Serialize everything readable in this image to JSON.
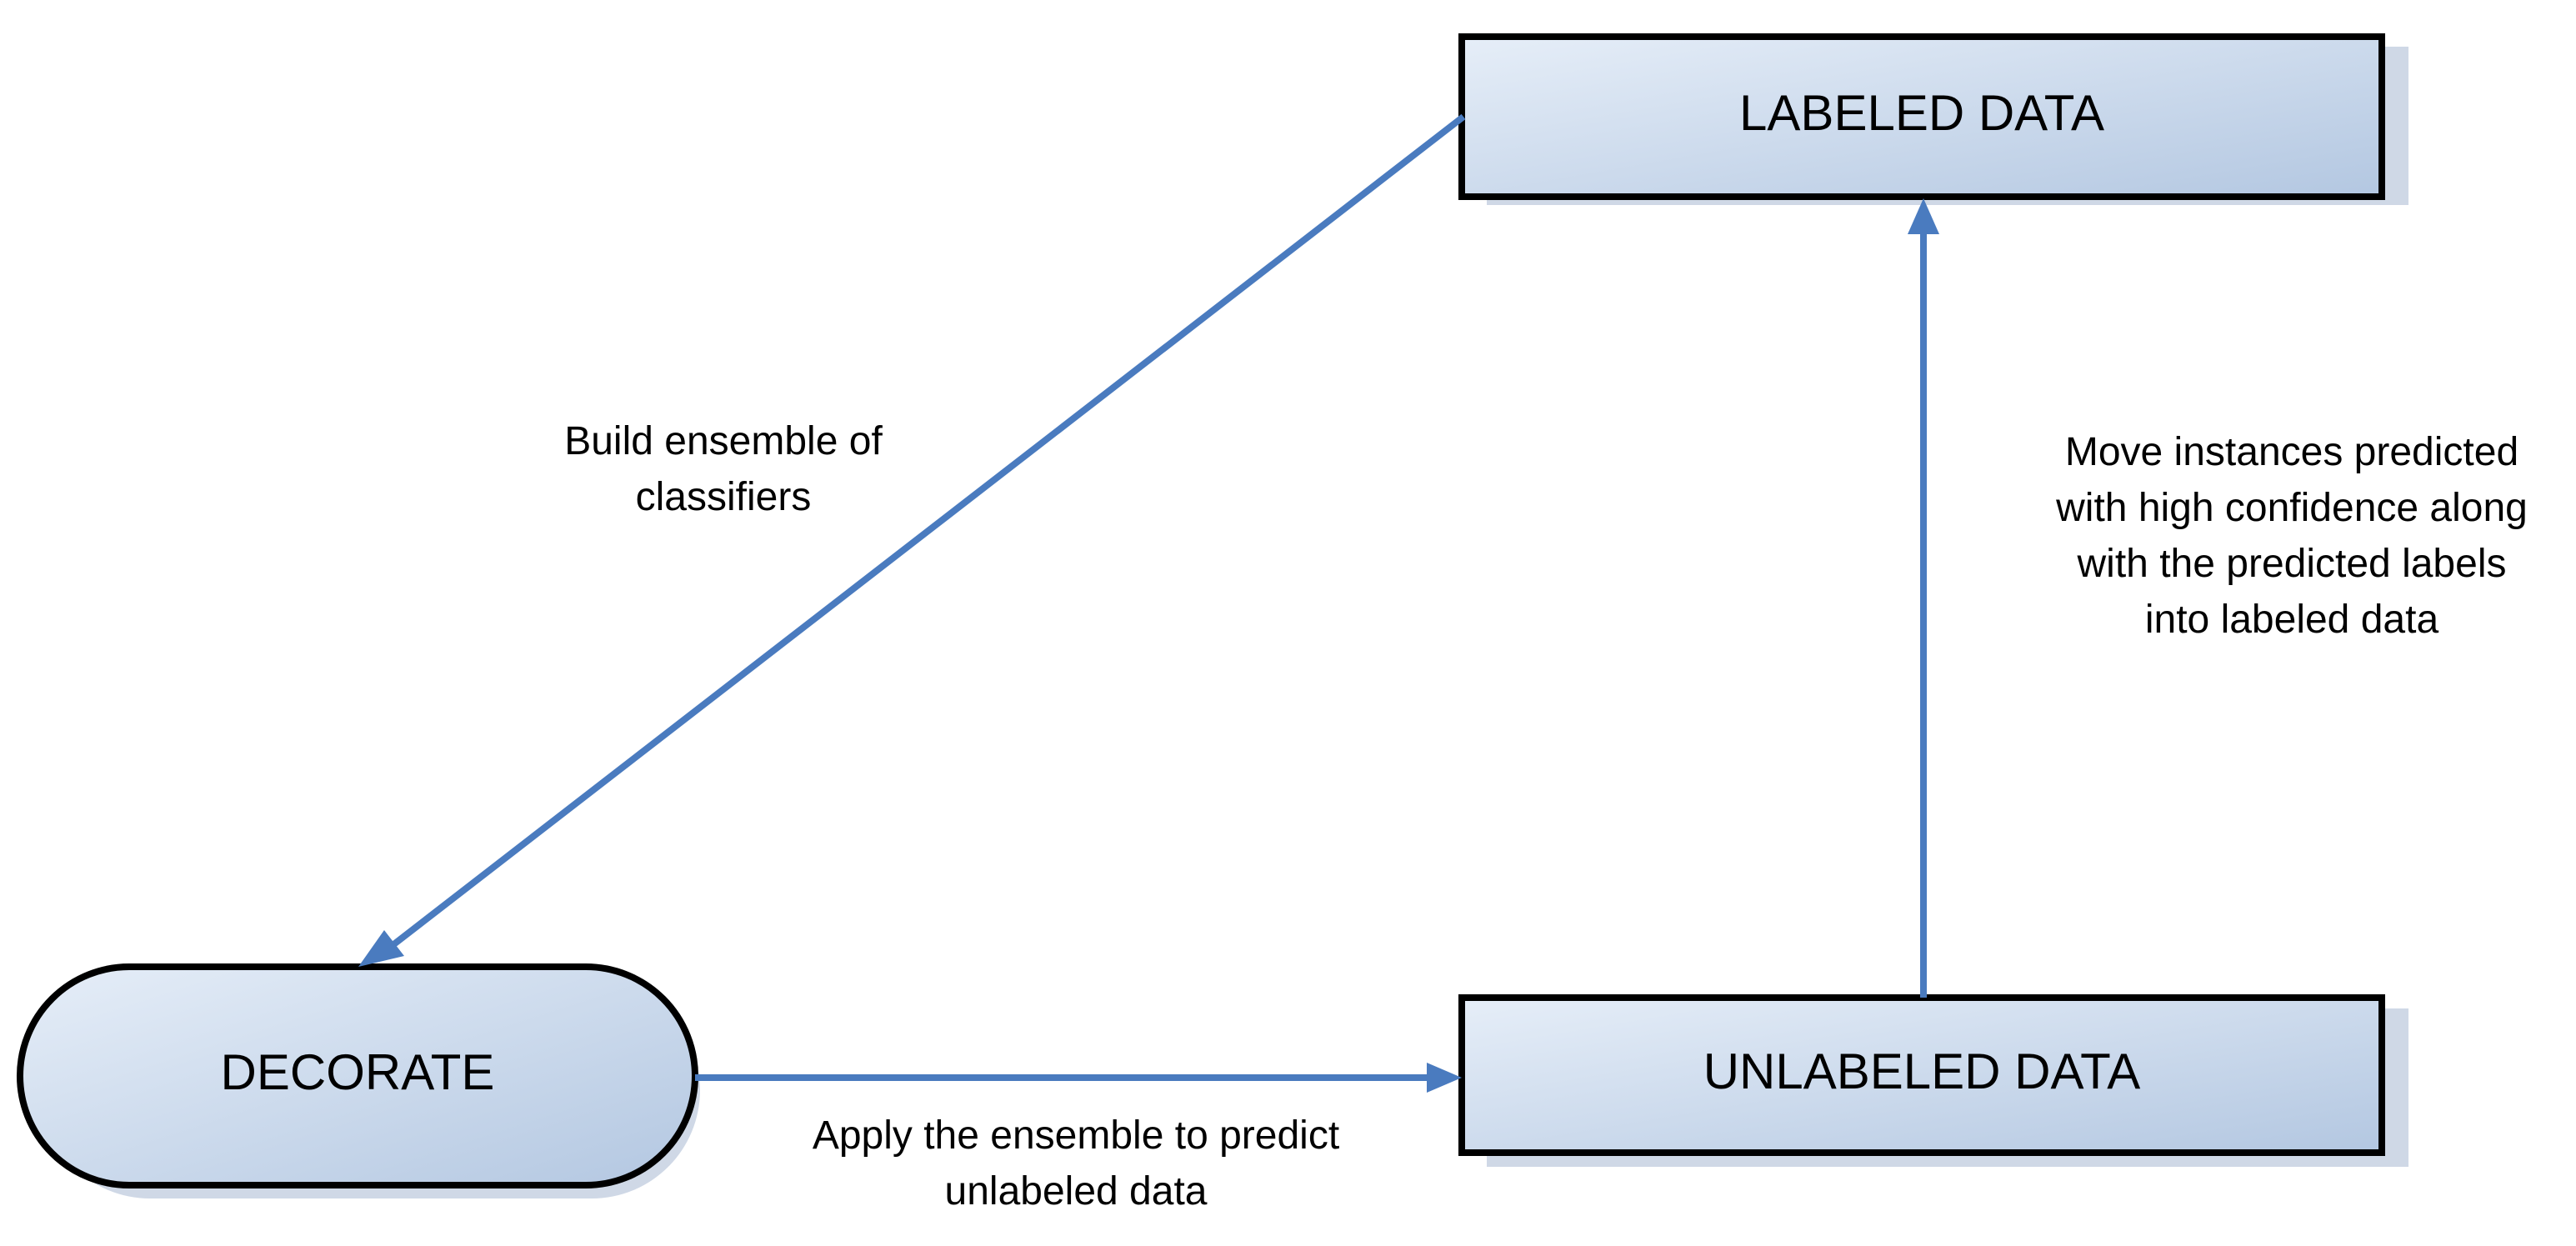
{
  "nodes": {
    "labeled": {
      "label": "LABELED DATA"
    },
    "unlabeled": {
      "label": "UNLABELED DATA"
    },
    "decorate": {
      "label": "DECORATE"
    }
  },
  "edges": {
    "build": {
      "label_line1": "Build ensemble of",
      "label_line2": "classifiers"
    },
    "apply": {
      "label_line1": "Apply the ensemble to predict",
      "label_line2": "unlabeled data"
    },
    "move": {
      "label_line1": "Move instances predicted",
      "label_line2": "with high confidence along",
      "label_line3": "with the predicted labels",
      "label_line4": "into labeled data"
    }
  },
  "colors": {
    "arrow": "#4a7bbf",
    "node_fill_light": "#e4ecf6",
    "node_fill_dark": "#b4c8e2",
    "node_border": "#000000",
    "shadow": "#c9d3e2"
  }
}
